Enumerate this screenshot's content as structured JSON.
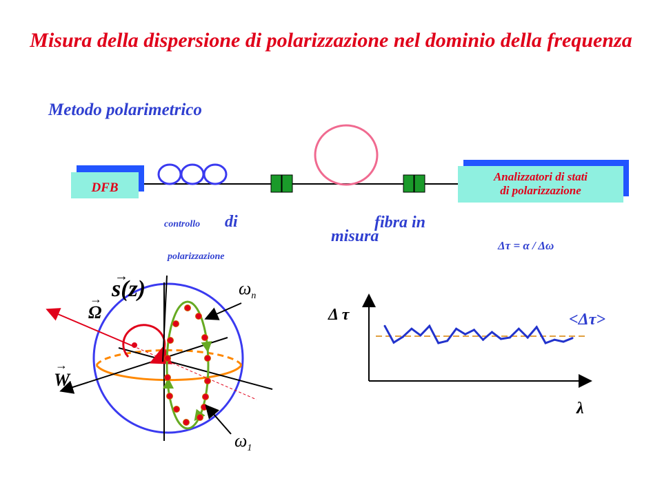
{
  "title": "Misura della dispersione di polarizzazione nel dominio della frequenza",
  "subtitle": "Metodo polarimetrico",
  "setup": {
    "source_label": "DFB",
    "analyzer_label_line1": "Analizzatori di stati",
    "analyzer_label_line2": "di polarizzazione",
    "controller_label_small": "controllo",
    "controller_label_di": "di",
    "controller_label_line2": "polarizzazione",
    "fiber_label_line1": "fibra in",
    "fiber_label_line2": "misura",
    "formula": "Δτ = α / Δω"
  },
  "sphere": {
    "vector_s": "s(z)",
    "vector_omega": "Ω",
    "vector_w": "W",
    "omega_n": "ω",
    "omega_n_sub": "n",
    "omega_1": "ω",
    "omega_1_sub": "1"
  },
  "colors": {
    "title": "#e0001a",
    "blue_text": "#2f3fd0",
    "box_fill": "#8ff0e0",
    "box_shadow": "#2255ff",
    "coil": "#3a3af0",
    "fiber_loop": "#f06a90",
    "connector": "#1a9a2a",
    "sphere": "#3a3af0",
    "equator": "#ff8800",
    "trajectory": "#66aa22",
    "points": "#e0001a",
    "curve": "#2233cc",
    "mean_line": "#e0a040"
  },
  "chart_data": {
    "type": "line",
    "xlabel": "λ",
    "ylabel": "Δ τ",
    "mean_label": "<Δτ>",
    "x": [
      1,
      2,
      3,
      4,
      5,
      6,
      7,
      8,
      9,
      10,
      11,
      12,
      13,
      14,
      15,
      16,
      17,
      18,
      19,
      20,
      21,
      22
    ],
    "values": [
      0.72,
      0.12,
      0.32,
      0.62,
      0.38,
      0.72,
      0.1,
      0.18,
      0.62,
      0.42,
      0.58,
      0.22,
      0.5,
      0.25,
      0.3,
      0.62,
      0.3,
      0.68,
      0.1,
      0.22,
      0.15,
      0.28
    ],
    "mean": 0.35,
    "ylim": [
      0,
      1
    ],
    "grid": false
  }
}
